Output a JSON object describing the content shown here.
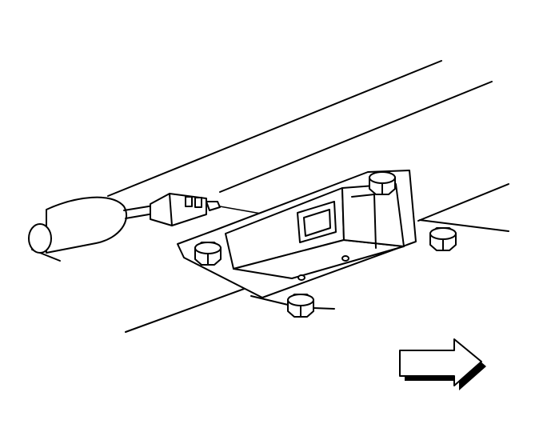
{
  "diagram": {
    "colors": {
      "ink": "#000000",
      "paper": "#ffffff"
    },
    "components": [
      "wiring-harness",
      "electrical-connector",
      "control-module",
      "mounting-nut",
      "direction-arrow-icon"
    ]
  }
}
